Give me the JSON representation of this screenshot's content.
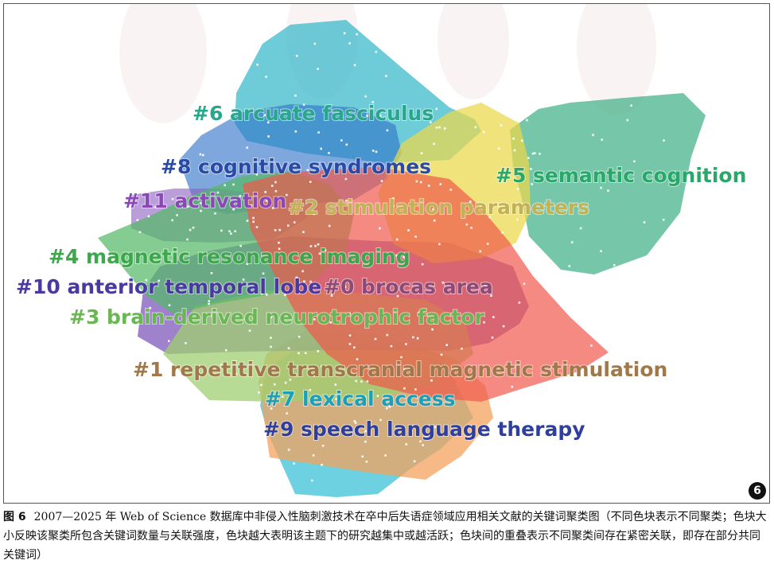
{
  "figure": {
    "badge": "6",
    "clusters": [
      {
        "id": "0",
        "label": "#0 brocas area",
        "color": "#f0584c",
        "label_color": "#8b4a78"
      },
      {
        "id": "1",
        "label": "#1 repetitive transcranial magnetic stimulation",
        "color": "#f4a15c",
        "label_color": "#a0784a"
      },
      {
        "id": "2",
        "label": "#2 stimulation parameters",
        "color": "#ecd84a",
        "label_color": "#c2b257"
      },
      {
        "id": "3",
        "label": "#3 brain-derived neurotrophic factor",
        "color": "#9fcf70",
        "label_color": "#6ab655"
      },
      {
        "id": "4",
        "label": "#4 magnetic resonance imaging",
        "color": "#55b866",
        "label_color": "#3ea64c"
      },
      {
        "id": "5",
        "label": "#5 semantic cognition",
        "color": "#35ab80",
        "label_color": "#2aa86a"
      },
      {
        "id": "6",
        "label": "#6 arcuate fasciculus",
        "color": "#2ab4c7",
        "label_color": "#2aa68c"
      },
      {
        "id": "7",
        "label": "#7 lexical access",
        "color": "#36bfd6",
        "label_color": "#1aa0b8"
      },
      {
        "id": "8",
        "label": "#8 cognitive syndromes",
        "color": "#2f72c8",
        "label_color": "#2a4aa8"
      },
      {
        "id": "9",
        "label": "#9 speech language therapy",
        "color": "#3a8fd6",
        "label_color": "#2f3f9e"
      },
      {
        "id": "10",
        "label": "#10 anterior temporal lobe",
        "color": "#7a52b8",
        "label_color": "#4a3aa0"
      },
      {
        "id": "11",
        "label": "#11 activation",
        "color": "#8c5ec0",
        "label_color": "#8a48b6"
      }
    ]
  },
  "caption": {
    "label": "图 6",
    "text": "2007—2025 年 Web of Science 数据库中非侵入性脑刺激技术在卒中后失语症领域应用相关文献的关键词聚类图（不同色块表示不同聚类；色块大小反映该聚类所包含关键词数量与关联强度，色块越大表明该主题下的研究越集中或越活跃；色块间的重叠表示不同聚类间存在紧密关联，即存在部分共同关键词）"
  }
}
